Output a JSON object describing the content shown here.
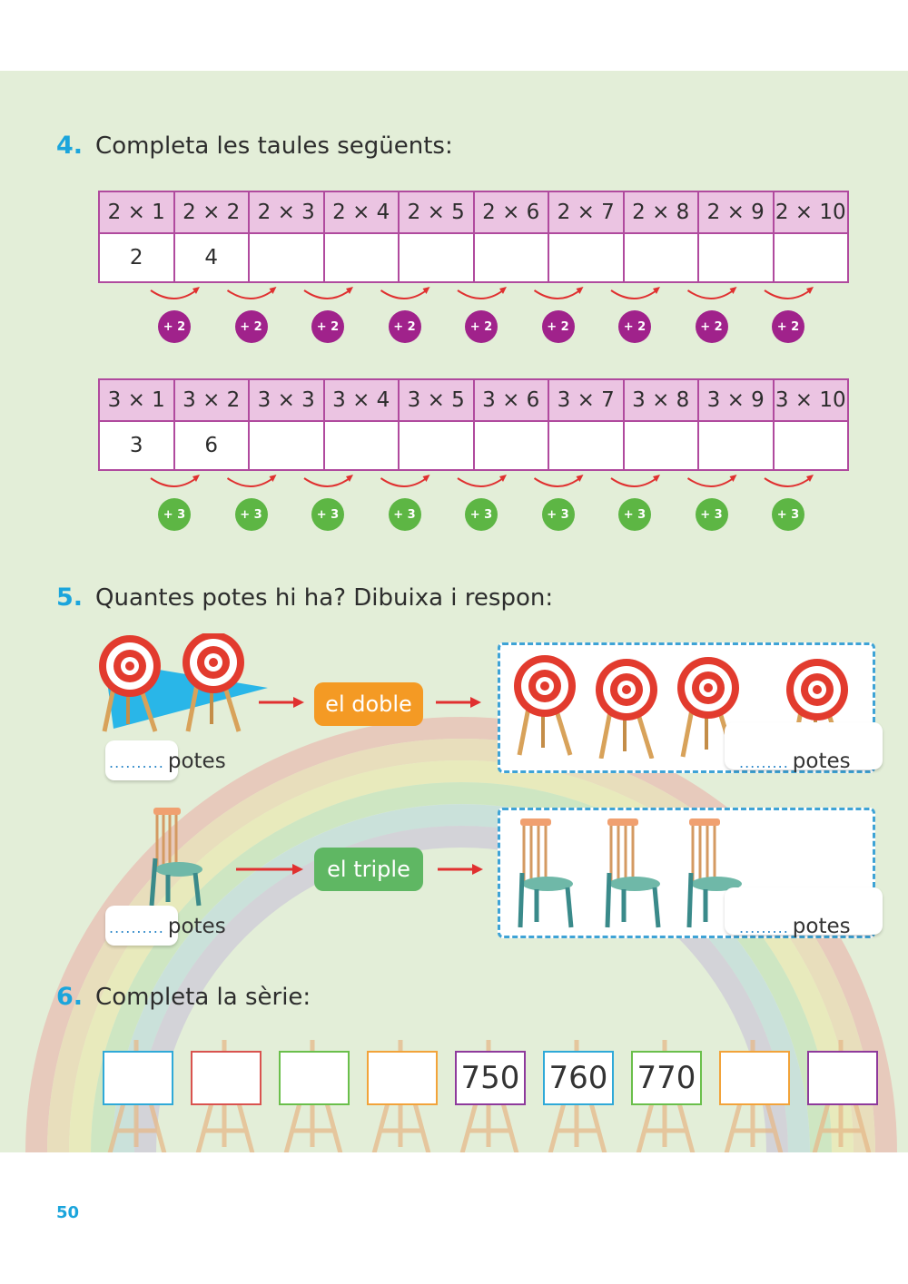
{
  "section4": {
    "number": "4.",
    "title": "Completa les taules següents:",
    "table2": {
      "headers": [
        "2 × 1",
        "2 × 2",
        "2 × 3",
        "2 × 4",
        "2 × 5",
        "2 × 6",
        "2 × 7",
        "2 × 8",
        "2 × 9",
        "2 × 10"
      ],
      "values": [
        "2",
        "4",
        "",
        "",
        "",
        "",
        "",
        "",
        "",
        ""
      ],
      "step": "+ 2"
    },
    "table3": {
      "headers": [
        "3 × 1",
        "3 × 2",
        "3 × 3",
        "3 × 4",
        "3 × 5",
        "3 × 6",
        "3 × 7",
        "3 × 8",
        "3 × 9",
        "3 × 10"
      ],
      "values": [
        "3",
        "6",
        "",
        "",
        "",
        "",
        "",
        "",
        "",
        ""
      ],
      "step": "+ 3"
    }
  },
  "section5": {
    "number": "5.",
    "title": "Quantes potes hi ha? Dibuixa i respon:",
    "row1": {
      "operation": "el doble",
      "left_label": "potes",
      "right_label": "potes",
      "left_dots": "..........",
      "right_dots": "........."
    },
    "row2": {
      "operation": "el triple",
      "left_label": "potes",
      "right_label": "potes",
      "left_dots": "..........",
      "right_dots": "........."
    }
  },
  "section6": {
    "number": "6.",
    "title": "Completa la sèrie:",
    "series": [
      "",
      "",
      "",
      "",
      "750",
      "760",
      "770",
      "",
      ""
    ],
    "box_colors": [
      "#2fa9d8",
      "#d9534f",
      "#6abf4b",
      "#f2a33a",
      "#8e3a9c",
      "#2fa9d8",
      "#6abf4b",
      "#f2a33a",
      "#8e3a9c"
    ]
  },
  "page_number": "50"
}
